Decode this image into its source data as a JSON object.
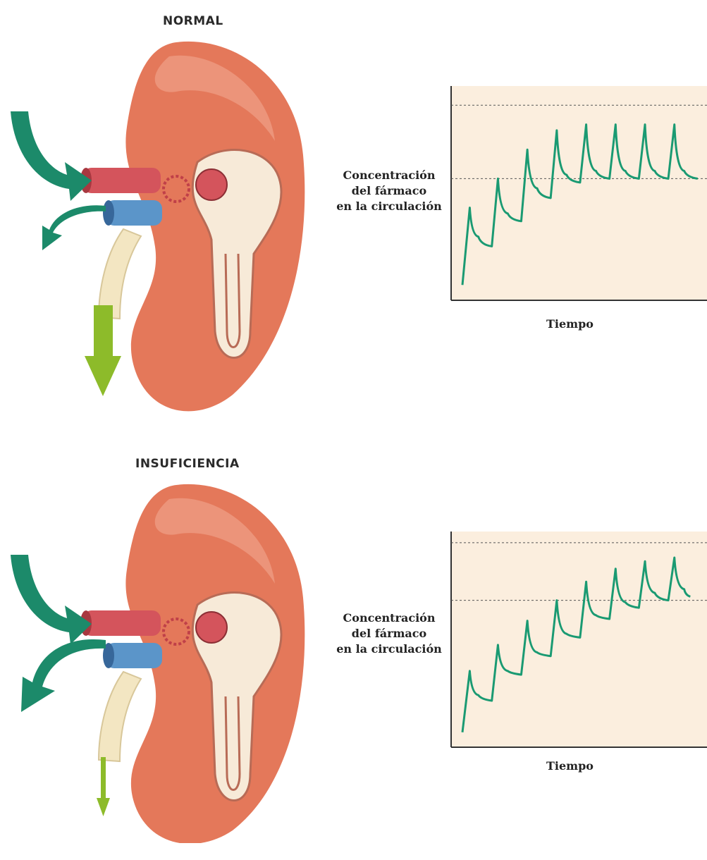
{
  "colors": {
    "kidney": "#e4785a",
    "kidney_dark": "#c2553c",
    "artery": "#d4545c",
    "vein": "#5b95c9",
    "ureter": "#f3e6c2",
    "inflow_arrow": "#1c8a6a",
    "outflow_arrow": "#1c8a6a",
    "urine_arrow": "#8dbb2a",
    "chart_bg": "#fbeede",
    "curve": "#1a9a72"
  },
  "panels": [
    {
      "title": "NORMAL",
      "urine_arrow": "large"
    },
    {
      "title": "INSUFICIENCIA",
      "urine_arrow": "small"
    }
  ],
  "chart_data": [
    {
      "type": "line",
      "ylabel": [
        "Concentración",
        "del fármaco",
        "en la circulación"
      ],
      "xlabel": "Tiempo",
      "reference_lines": [
        "upper-dashed",
        "lower-dashed"
      ],
      "series": [
        {
          "x": [
            0,
            0.6,
            1.3,
            2.4,
            2.9,
            3.7,
            4.8,
            5.3,
            6.1,
            7.2,
            7.7,
            8.5,
            9.6,
            10.1,
            10.9,
            12.0,
            12.5,
            13.3,
            14.4,
            14.9,
            15.7,
            16.8,
            17.3,
            18.1,
            19.2
          ],
          "y": [
            0.05,
            0.45,
            0.3,
            0.25,
            0.6,
            0.42,
            0.38,
            0.75,
            0.55,
            0.5,
            0.85,
            0.62,
            0.58,
            0.88,
            0.64,
            0.6,
            0.88,
            0.64,
            0.6,
            0.88,
            0.64,
            0.6,
            0.88,
            0.64,
            0.6
          ]
        }
      ],
      "xlim": [
        0,
        19.5
      ],
      "ylim": [
        0,
        1.05
      ]
    },
    {
      "type": "line",
      "ylabel": [
        "Concentración",
        "del fármaco",
        "en la circulación"
      ],
      "xlabel": "Tiempo",
      "reference_lines": [
        "upper-dashed",
        "lower-dashed"
      ],
      "series": [
        {
          "x": [
            0,
            0.6,
            1.3,
            2.4,
            2.9,
            3.7,
            4.8,
            5.3,
            6.1,
            7.2,
            7.7,
            8.5,
            9.6,
            10.1,
            10.9,
            12.0,
            12.5,
            13.3,
            14.4,
            14.9,
            15.7,
            16.8,
            17.3,
            18.1,
            18.6
          ],
          "y": [
            0.05,
            0.38,
            0.25,
            0.22,
            0.52,
            0.38,
            0.36,
            0.65,
            0.48,
            0.46,
            0.76,
            0.58,
            0.56,
            0.86,
            0.68,
            0.66,
            0.93,
            0.75,
            0.72,
            0.97,
            0.8,
            0.76,
            0.99,
            0.82,
            0.78
          ]
        }
      ],
      "xlim": [
        0,
        19.5
      ],
      "ylim": [
        0,
        1.1
      ]
    }
  ]
}
